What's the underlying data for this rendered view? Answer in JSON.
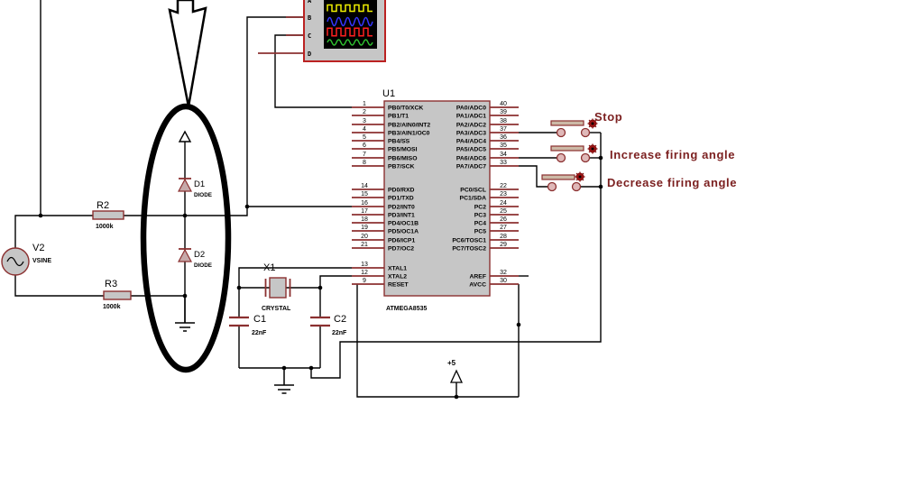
{
  "scope": {
    "channels": [
      {
        "label": "A",
        "wave": "square",
        "color": "#f0f000"
      },
      {
        "label": "B",
        "wave": "sine",
        "color": "#3535ff"
      },
      {
        "label": "C",
        "wave": "square",
        "color": "#ff2020"
      },
      {
        "label": "D",
        "wave": "sine",
        "color": "#30c030"
      }
    ]
  },
  "mcu": {
    "ref": "U1",
    "part": "ATMEGA8535",
    "left_pins": [
      {
        "num": "1",
        "label": "PB0/T0/XCK"
      },
      {
        "num": "2",
        "label": "PB1/T1"
      },
      {
        "num": "3",
        "label": "PB2/AIN0/INT2"
      },
      {
        "num": "4",
        "label": "PB3/AIN1/OC0"
      },
      {
        "num": "5",
        "label": "PB4/",
        "bar": "SS"
      },
      {
        "num": "6",
        "label": "PB5/MOSI"
      },
      {
        "num": "7",
        "label": "PB6/MISO"
      },
      {
        "num": "8",
        "label": "PB7/SCK"
      },
      {
        "num": "14",
        "label": "PD0/RXD"
      },
      {
        "num": "15",
        "label": "PD1/TXD"
      },
      {
        "num": "16",
        "label": "PD2/INT0"
      },
      {
        "num": "17",
        "label": "PD3/INT1"
      },
      {
        "num": "18",
        "label": "PD4/OC1B"
      },
      {
        "num": "19",
        "label": "PD5/OC1A"
      },
      {
        "num": "20",
        "label": "PD6/ICP1"
      },
      {
        "num": "21",
        "label": "PD7/OC2"
      },
      {
        "num": "13",
        "label": "XTAL1"
      },
      {
        "num": "12",
        "label": "XTAL2"
      },
      {
        "num": "9",
        "label": "",
        "bar": "RESET"
      }
    ],
    "right_pins": [
      {
        "num": "40",
        "label": "PA0/ADC0"
      },
      {
        "num": "39",
        "label": "PA1/ADC1"
      },
      {
        "num": "38",
        "label": "PA2/ADC2"
      },
      {
        "num": "37",
        "label": "PA3/ADC3"
      },
      {
        "num": "36",
        "label": "PA4/ADC4"
      },
      {
        "num": "35",
        "label": "PA5/ADC5"
      },
      {
        "num": "34",
        "label": "PA6/ADC6"
      },
      {
        "num": "33",
        "label": "PA7/ADC7"
      },
      {
        "num": "22",
        "label": "PC0/SCL"
      },
      {
        "num": "23",
        "label": "PC1/SDA"
      },
      {
        "num": "24",
        "label": "PC2"
      },
      {
        "num": "25",
        "label": "PC3"
      },
      {
        "num": "26",
        "label": "PC4"
      },
      {
        "num": "27",
        "label": "PC5"
      },
      {
        "num": "28",
        "label": "PC6/TOSC1"
      },
      {
        "num": "29",
        "label": "PC7/TOSC2"
      },
      {
        "num": "32",
        "label": "AREF"
      },
      {
        "num": "30",
        "label": "AVCC"
      }
    ]
  },
  "components": {
    "v2": {
      "ref": "V2",
      "value": "VSINE"
    },
    "r2": {
      "ref": "R2",
      "value": "1000k"
    },
    "r3": {
      "ref": "R3",
      "value": "1000k"
    },
    "d1": {
      "ref": "D1",
      "value": "DIODE"
    },
    "d2": {
      "ref": "D2",
      "value": "DIODE"
    },
    "x1": {
      "ref": "X1",
      "value": "CRYSTAL"
    },
    "c1": {
      "ref": "C1",
      "value": "22nF"
    },
    "c2": {
      "ref": "C2",
      "value": "22nF"
    }
  },
  "power": {
    "vcc": "+5"
  },
  "buttons": [
    {
      "label": "Stop"
    },
    {
      "label": "Increase firing angle"
    },
    {
      "label": "Decrease firing angle"
    }
  ],
  "colors": {
    "wire": "#000000",
    "pin": "#8b3030",
    "component_fill": "#c6c6c6",
    "component_stroke": "#8b3030",
    "annotation_text": "#7b1f1f",
    "screen": "#000000",
    "terminal_fill": "#dfb8b8",
    "actuator": "#c01818"
  }
}
